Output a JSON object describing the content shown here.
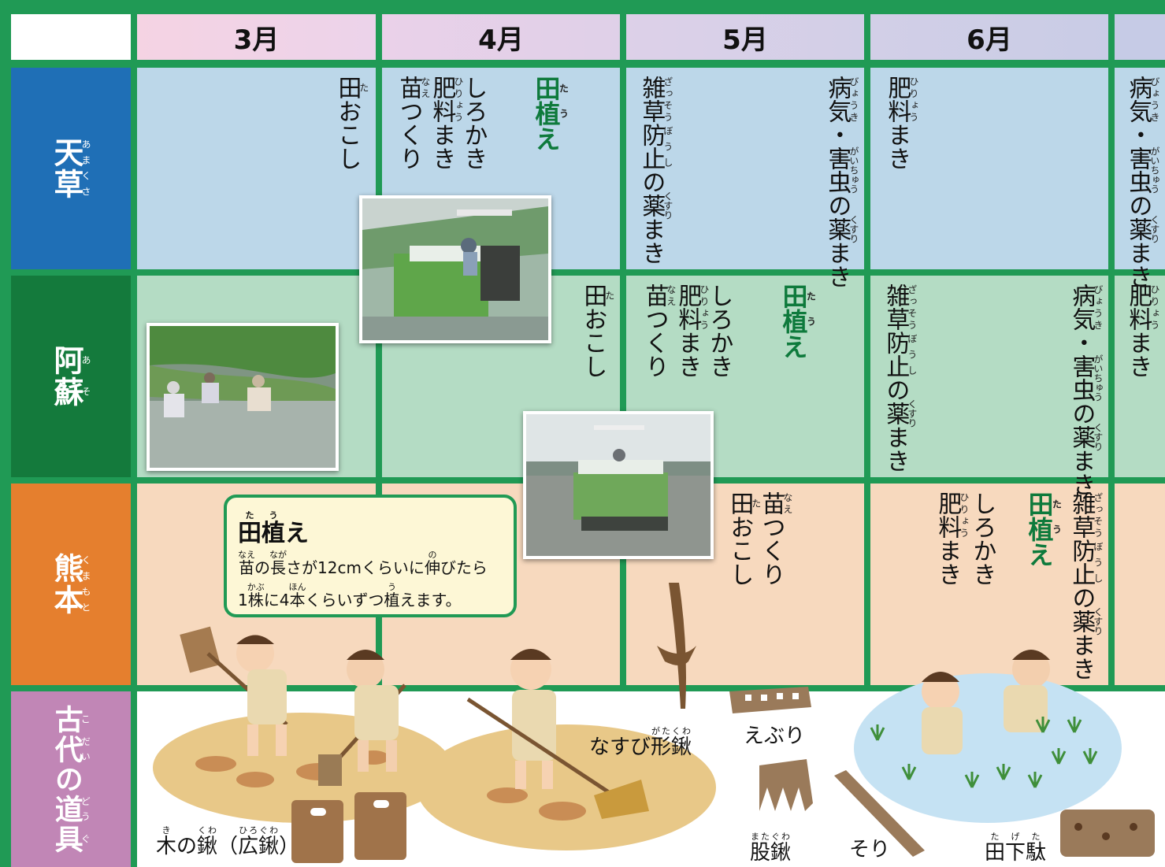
{
  "months": [
    "3月",
    "4月",
    "5月",
    "6月"
  ],
  "regions": {
    "amakusa": {
      "name": "天草",
      "ruby": [
        "あま",
        "くさ"
      ],
      "color": "#1f6fb6"
    },
    "aso": {
      "name": "阿蘇",
      "ruby": [
        "あ",
        "そ"
      ],
      "color": "#147a3c"
    },
    "kumamoto": {
      "name": "熊本",
      "ruby": [
        "くま",
        "もと"
      ],
      "color": "#e57f2e"
    },
    "kodai": {
      "name": "古代の道具",
      "ruby": [
        "こ",
        "だい",
        "",
        "どう",
        "ぐ"
      ],
      "color": "#c186b6"
    }
  },
  "tasks": {
    "taokoshi": "田おこし",
    "shirokaki": "しろかき",
    "hiryoumaki": "肥料まき",
    "naetsukuri": "苗つくり",
    "taue": "田植え",
    "zassou": "雑草防止の薬まき",
    "byouki": "病気・害虫の薬まき"
  },
  "callout": {
    "title": "田植え",
    "line1": "苗の長さが12cmくらいに伸びたら",
    "line2": "1株に4本くらいずつ植えます。"
  },
  "tools": {
    "kuwa": "木の鍬（広鍬）",
    "nasubi": "なすび形鍬",
    "eburi": "えぶり",
    "matagwa": "股鍬",
    "sori": "そり",
    "tageta": "田下駄"
  },
  "colors": {
    "grid": "#209a55",
    "amakusa_bg": "#bcd7e9",
    "aso_bg": "#b4dcc4",
    "kumamoto_bg": "#f7d9be",
    "accent_green": "#0e7a3c"
  }
}
